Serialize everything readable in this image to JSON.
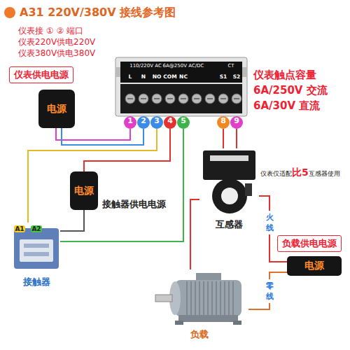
{
  "diagram": {
    "title": "A31 220V/380V 接线参考图",
    "nodes": [
      {
        "text": [
          "110/220V AC",
          "6A@250V AC/DC",
          "CT",
          "L",
          "N",
          "NO",
          "COM",
          "NC",
          "S1",
          "S2"
        ]
      },
      {
        "text": [
          "1"
        ]
      },
      {
        "text": [
          "2"
        ]
      },
      {
        "text": [
          "3"
        ]
      },
      {
        "text": [
          "4"
        ]
      },
      {
        "text": [
          "5"
        ]
      },
      {
        "text": [
          "8"
        ]
      },
      {
        "text": [
          "9"
        ]
      },
      {
        "text": [
          "仪表供电电源",
          "电源"
        ]
      },
      {
        "text": [
          "接触器供电电源",
          "电源"
        ]
      },
      {
        "text": [
          "A1",
          "A2",
          "接触器"
        ]
      },
      {
        "text": [
          "互感器"
        ]
      },
      {
        "text": [
          "负载供电电源",
          "电源"
        ]
      },
      {
        "text": [
          "负载"
        ]
      }
    ],
    "edges": [
      {
        "from": 1,
        "to": 8,
        "arrow": "none"
      },
      {
        "from": 2,
        "to": 8,
        "arrow": "none"
      },
      {
        "from": 3,
        "to": 10,
        "arrow": "none"
      },
      {
        "from": 4,
        "to": 9,
        "arrow": "none"
      },
      {
        "from": 5,
        "to": 10,
        "arrow": "none"
      },
      {
        "from": 9,
        "to": 10,
        "arrow": "none"
      },
      {
        "from": 6,
        "to": 11,
        "arrow": "none"
      },
      {
        "from": 7,
        "to": 11,
        "arrow": "none"
      },
      {
        "from": 11,
        "to": 12,
        "label": "火线",
        "arrow": "none"
      },
      {
        "from": 12,
        "to": 13,
        "label": "零线",
        "arrow": "none"
      },
      {
        "from": 11,
        "to": 13,
        "arrow": "none"
      }
    ],
    "labels": [
      "仪表接 ① ② 端口",
      "仪表220V供电220V",
      "仪表380V供电380V",
      "仪表触点容量",
      "6A/250V 交流",
      "6A/30V 直流",
      "仪表仅适配",
      "比5",
      "互感器使用"
    ]
  }
}
